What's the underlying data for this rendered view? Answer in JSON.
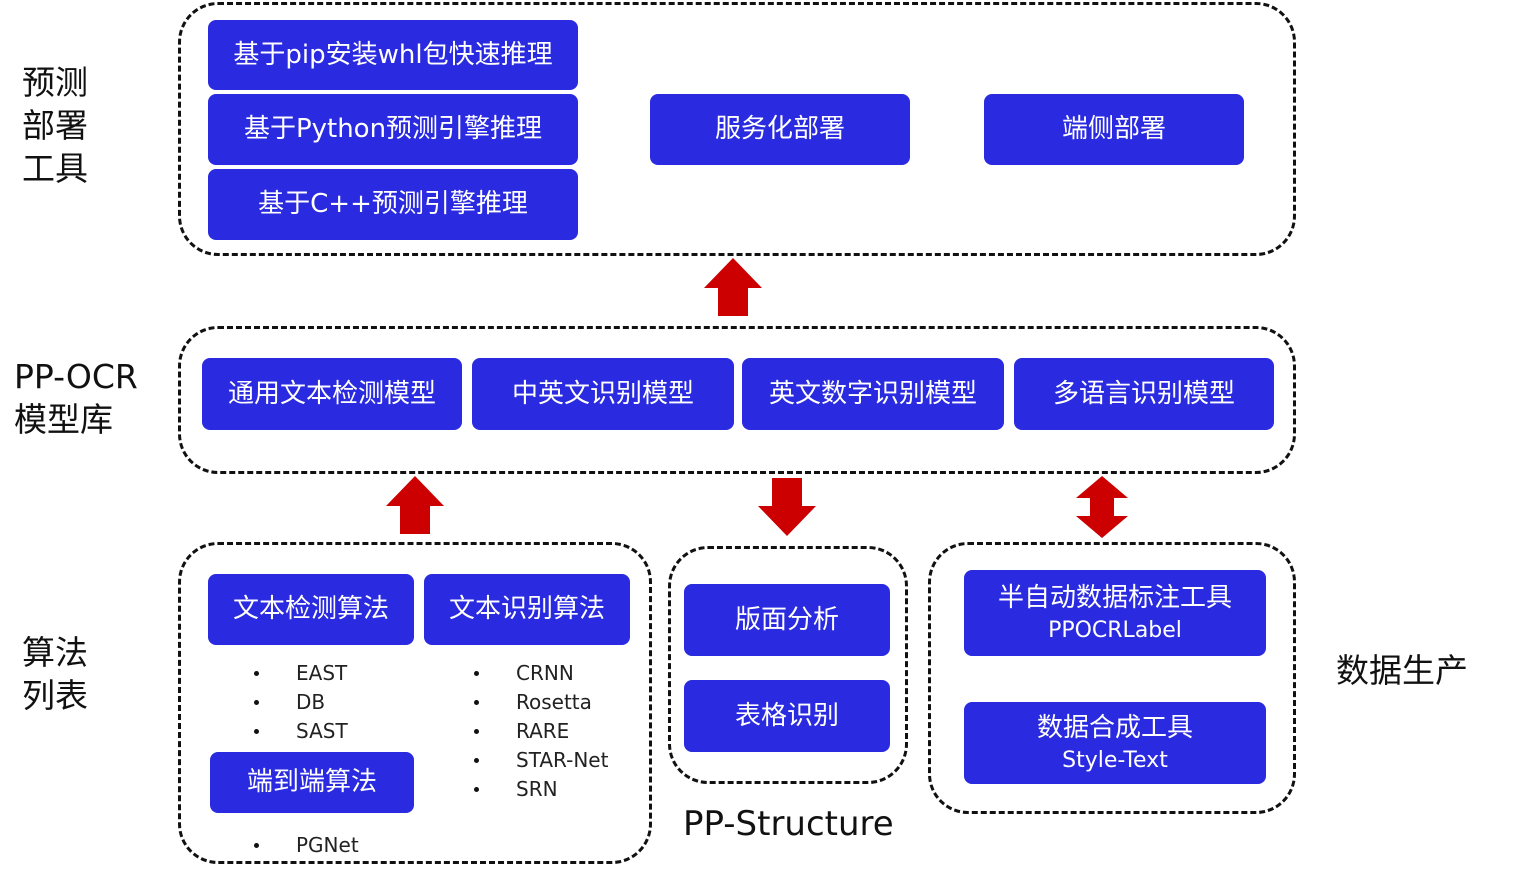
{
  "sections": {
    "deploy": {
      "label_lines": [
        "预测",
        "部署",
        "工具"
      ],
      "boxes": [
        "基于pip安装whl包快速推理",
        "基于Python预测引擎推理",
        "基于C++预测引擎推理",
        "服务化部署",
        "端侧部署"
      ]
    },
    "ppocr": {
      "label_lines": [
        "PP-OCR",
        "模型库"
      ],
      "boxes": [
        "通用文本检测模型",
        "中英文识别模型",
        "英文数字识别模型",
        "多语言识别模型"
      ]
    },
    "algorithms": {
      "label_lines": [
        "算法",
        "列表"
      ],
      "det_label": "文本检测算法",
      "det_items": [
        "EAST",
        "DB",
        "SAST"
      ],
      "rec_label": "文本识别算法",
      "rec_items": [
        "CRNN",
        "Rosetta",
        "RARE",
        "STAR-Net",
        "SRN"
      ],
      "e2e_label": "端到端算法",
      "e2e_items": [
        "PGNet"
      ]
    },
    "structure": {
      "label": "PP-Structure",
      "boxes": [
        "版面分析",
        "表格识别"
      ]
    },
    "data": {
      "label": "数据生产",
      "box1": {
        "title": "半自动数据标注工具",
        "subtitle": "PPOCRLabel"
      },
      "box2": {
        "title": "数据合成工具",
        "subtitle": "Style-Text"
      }
    }
  },
  "colors": {
    "box_fill": "#2a2ae0",
    "arrow": "#cc0000",
    "border": "#111111"
  },
  "icons": {
    "up_arrow": "up-arrow-icon",
    "down_arrow": "down-arrow-icon",
    "bidirectional_arrow": "bidirectional-arrow-icon"
  }
}
